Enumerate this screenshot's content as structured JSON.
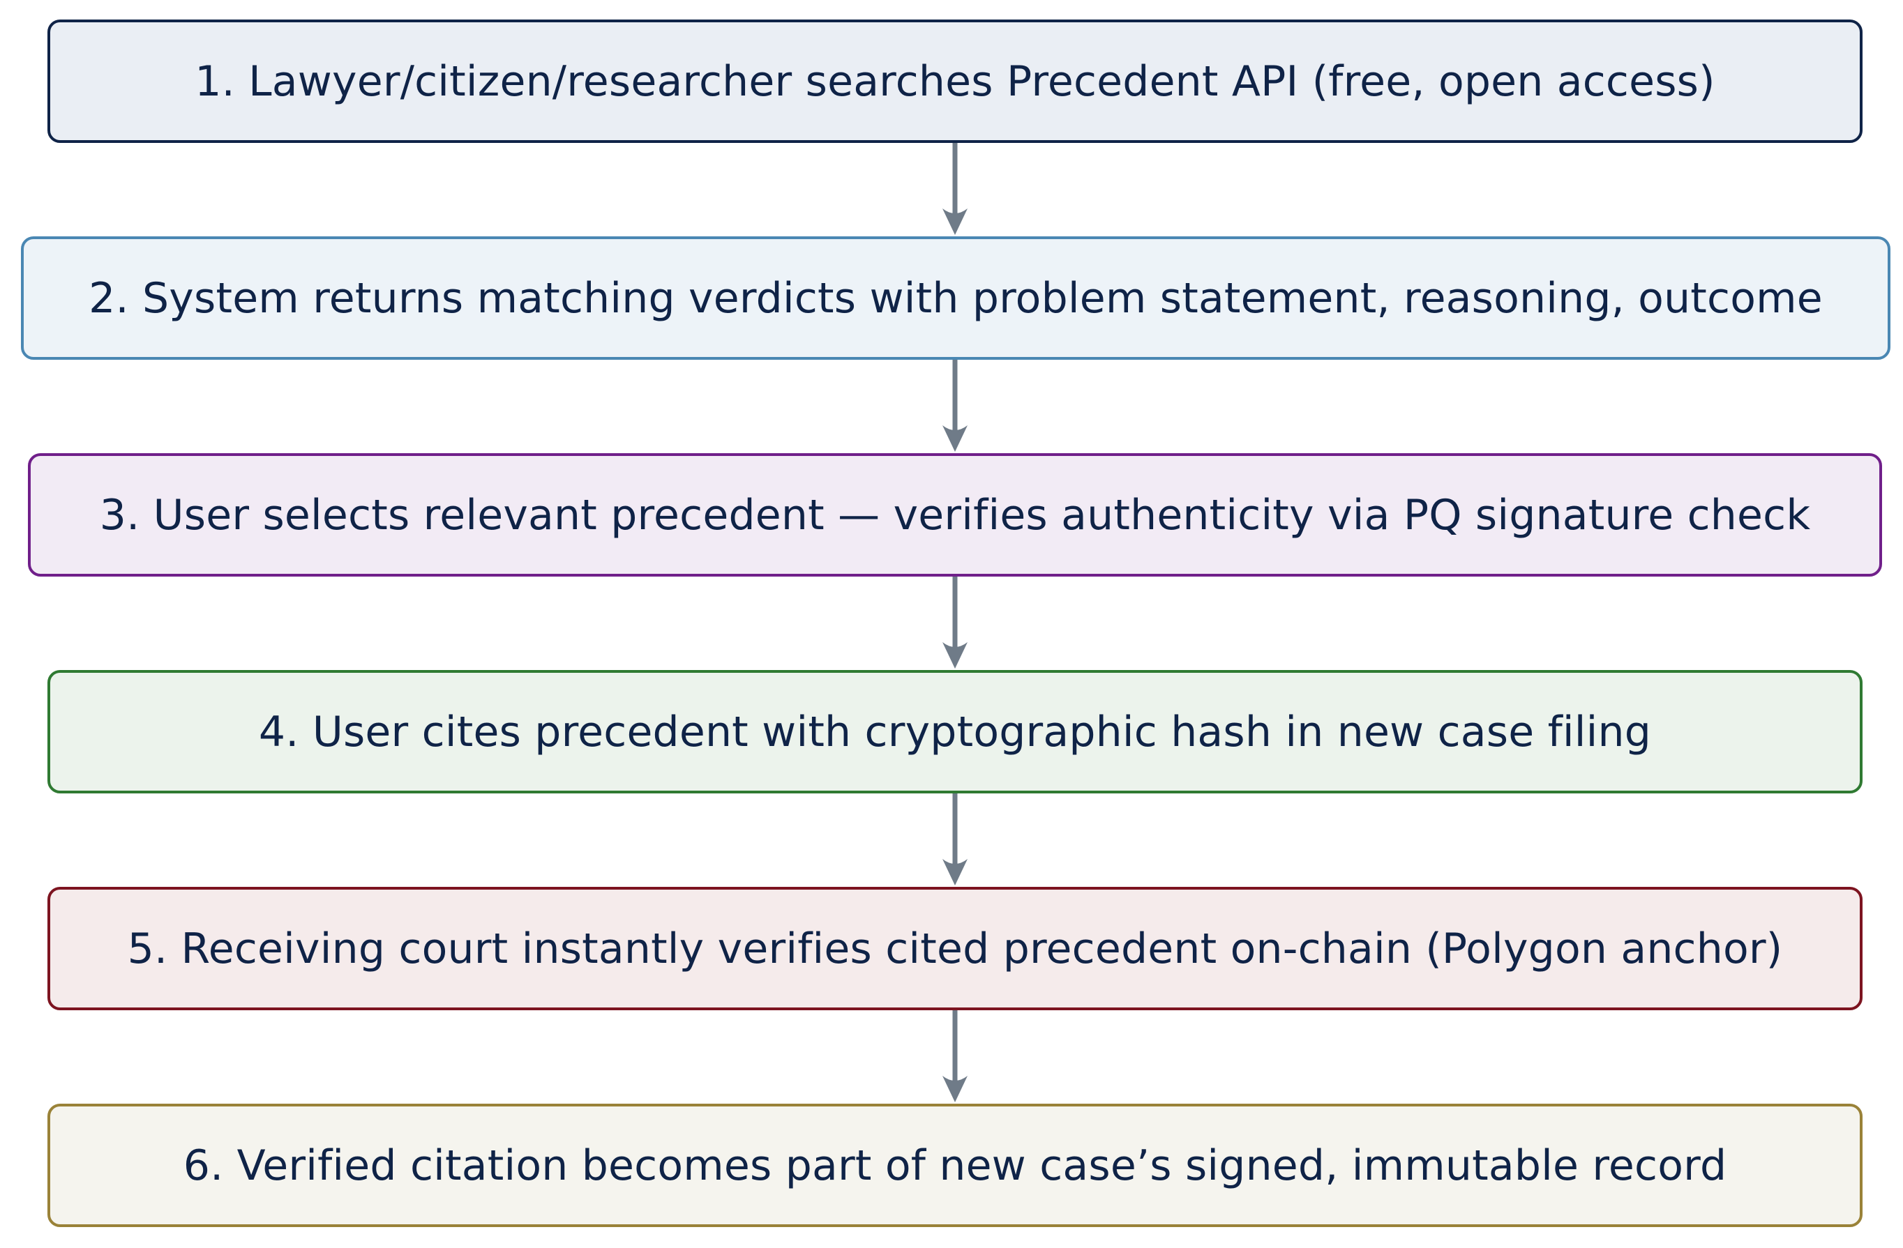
{
  "steps": [
    {
      "text": "1. Lawyer/citizen/researcher searches Precedent API (free, open access)",
      "border": "#0f2347",
      "fill": "#eaeef4"
    },
    {
      "text": "2. System returns matching verdicts with problem statement, reasoning, outcome",
      "border": "#4a87b3",
      "fill": "#edf3f8"
    },
    {
      "text": "3. User selects relevant precedent — verifies authenticity via PQ signature check",
      "border": "#701f8a",
      "fill": "#f2ebf5"
    },
    {
      "text": "4. User cites precedent with cryptographic hash in new case filing",
      "border": "#2f7a32",
      "fill": "#ecf3ec"
    },
    {
      "text": "5. Receiving court instantly verifies cited precedent on-chain (Polygon anchor)",
      "border": "#7d1420",
      "fill": "#f5ebeb"
    },
    {
      "text": "6. Verified citation becomes part of new case’s signed, immutable record",
      "border": "#9a8238",
      "fill": "#f5f4ee"
    }
  ],
  "arrow_color": "#6f7b88"
}
